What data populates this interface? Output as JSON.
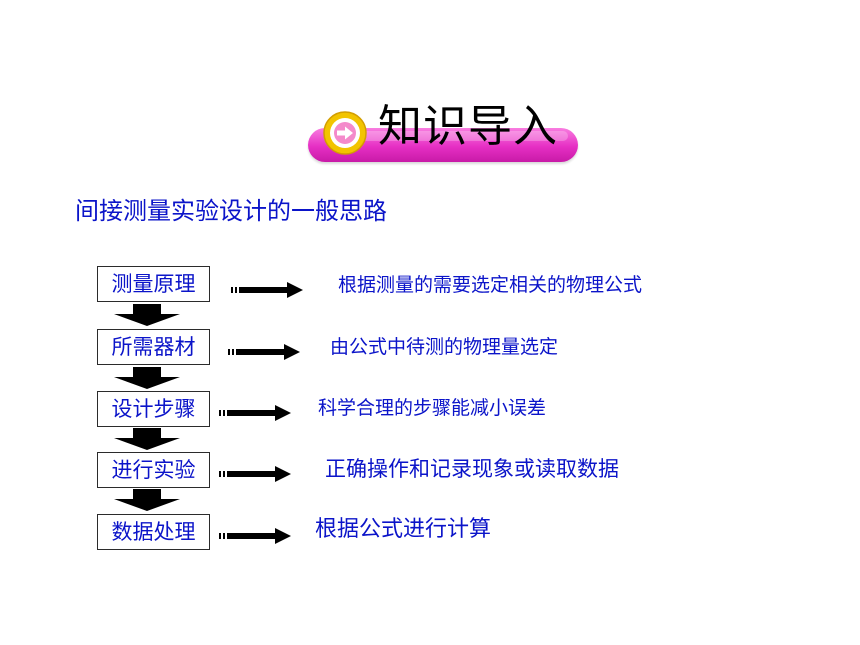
{
  "header": {
    "title": "知识导入",
    "icon": "right-arrow-circle-icon",
    "colors": {
      "banner": "#e62fc4",
      "ring": "#f2c400",
      "icon_center": "#f48acb"
    }
  },
  "subtitle": "间接测量实验设计的一般思路",
  "steps": [
    {
      "label": "测量原理",
      "description": "根据测量的需要选定相关的物理公式"
    },
    {
      "label": "所需器材",
      "description": "由公式中待测的物理量选定"
    },
    {
      "label": "设计步骤",
      "description": "科学合理的步骤能减小误差"
    },
    {
      "label": "进行实验",
      "description": "正确操作和记录现象或读取数据"
    },
    {
      "label": "数据处理",
      "description": "根据公式进行计算"
    }
  ],
  "colors": {
    "text": "#0b14c9",
    "arrow": "#000000"
  }
}
